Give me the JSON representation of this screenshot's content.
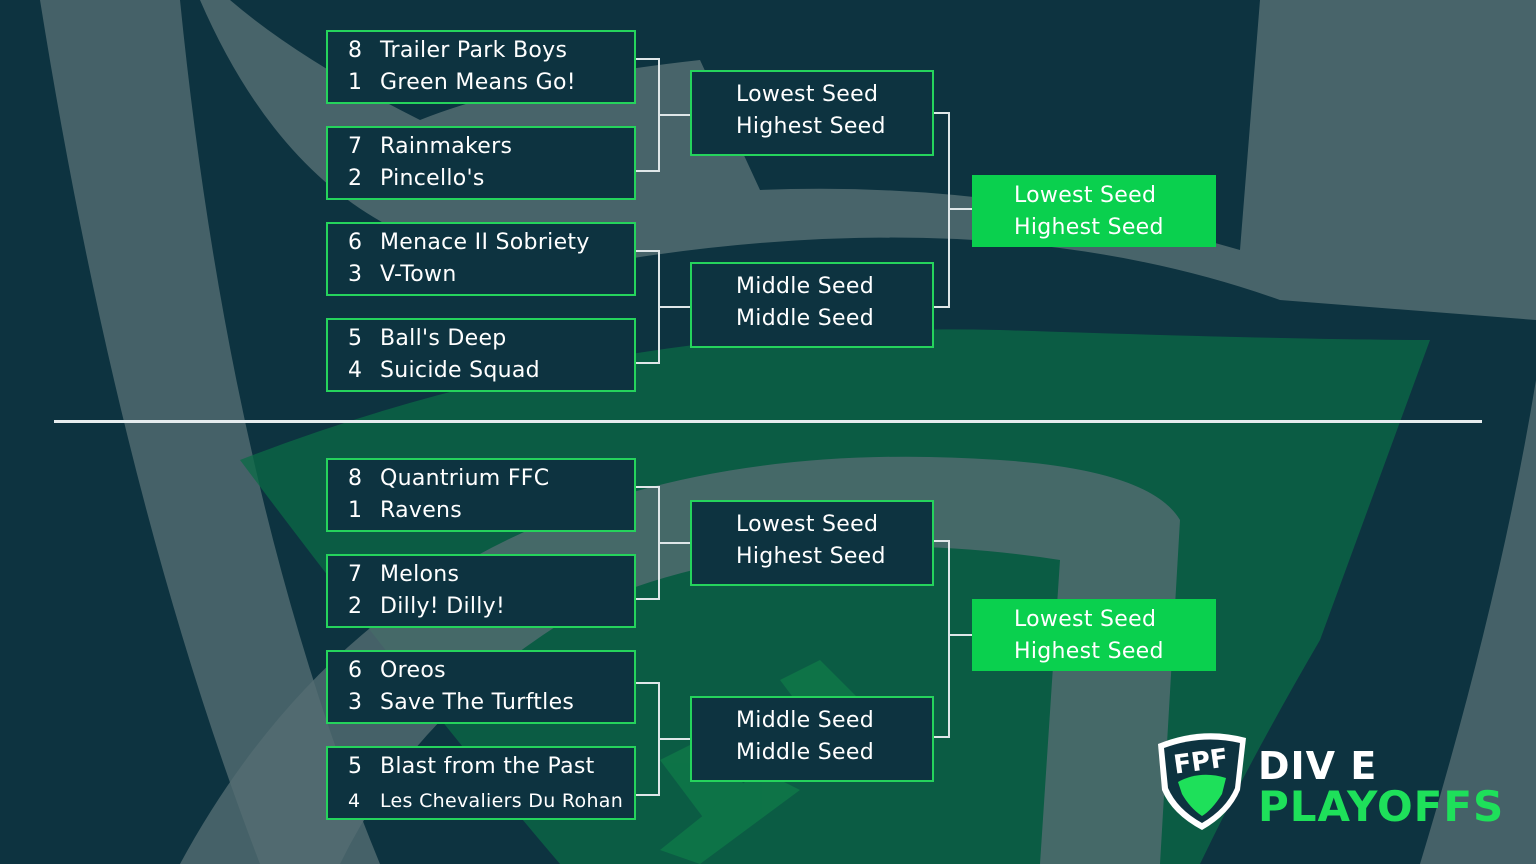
{
  "colors": {
    "background": "#0d3340",
    "accent": "#25d35c",
    "final_fill": "#0ad04e",
    "line": "#dfe6e8"
  },
  "top": {
    "r1": [
      {
        "a": {
          "seed": "8",
          "team": "Trailer Park Boys"
        },
        "b": {
          "seed": "1",
          "team": "Green Means Go!"
        }
      },
      {
        "a": {
          "seed": "7",
          "team": "Rainmakers"
        },
        "b": {
          "seed": "2",
          "team": "Pincello's"
        }
      },
      {
        "a": {
          "seed": "6",
          "team": "Menace II Sobriety"
        },
        "b": {
          "seed": "3",
          "team": "V-Town"
        }
      },
      {
        "a": {
          "seed": "5",
          "team": "Ball's Deep"
        },
        "b": {
          "seed": "4",
          "team": "Suicide Squad"
        }
      }
    ],
    "r2": [
      {
        "a": "Lowest Seed",
        "b": "Highest Seed"
      },
      {
        "a": "Middle Seed",
        "b": "Middle Seed"
      }
    ],
    "final": {
      "a": "Lowest Seed",
      "b": "Highest Seed"
    }
  },
  "bottom": {
    "r1": [
      {
        "a": {
          "seed": "8",
          "team": "Quantrium FFC"
        },
        "b": {
          "seed": "1",
          "team": "Ravens"
        }
      },
      {
        "a": {
          "seed": "7",
          "team": "Melons"
        },
        "b": {
          "seed": "2",
          "team": "Dilly! Dilly!"
        }
      },
      {
        "a": {
          "seed": "6",
          "team": "Oreos"
        },
        "b": {
          "seed": "3",
          "team": "Save The Turftles"
        }
      },
      {
        "a": {
          "seed": "5",
          "team": "Blast from the Past"
        },
        "b": {
          "seed": "4",
          "team": "Les Chevaliers Du Rohan"
        }
      }
    ],
    "r2": [
      {
        "a": "Lowest Seed",
        "b": "Highest Seed"
      },
      {
        "a": "Middle Seed",
        "b": "Middle Seed"
      }
    ],
    "final": {
      "a": "Lowest Seed",
      "b": "Highest Seed"
    }
  },
  "logo": {
    "mark": "FPF",
    "line1": "DIV E",
    "line2": "PLAYOFFS",
    "icon": "fpf-shield-icon"
  }
}
